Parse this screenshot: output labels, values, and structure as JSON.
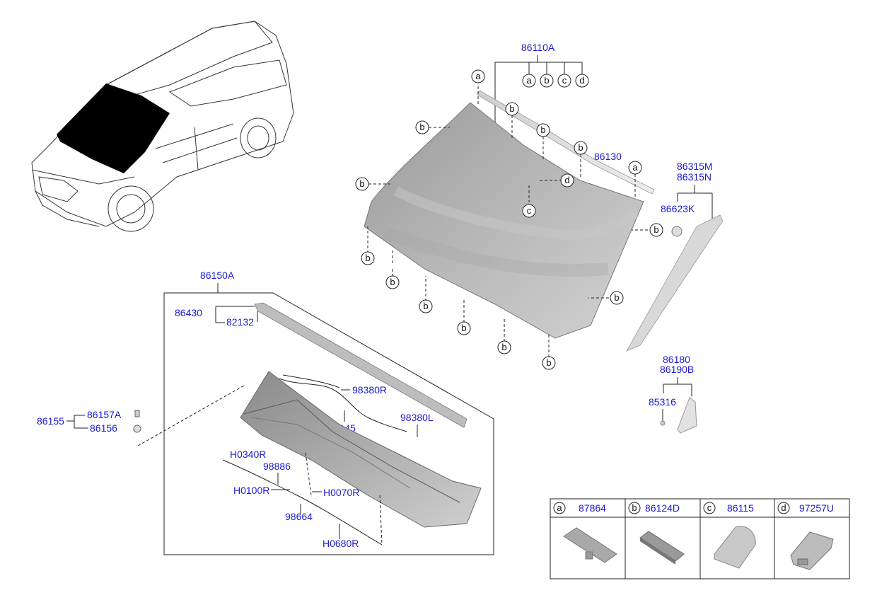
{
  "parts": {
    "windshield_assy": "86110A",
    "windshield_glass": "86130",
    "dam_rubber": "86315M",
    "dam_rubber_rh": "86315N",
    "clip": "86623K",
    "cowl_assy": "86150A",
    "cowl_seal": "86430",
    "screw": "82132",
    "cowl_bracket": "86155",
    "bolt": "86157A",
    "nut": "86156",
    "hose_rh": "98380R",
    "hose_lh": "98380L",
    "wire": "96145",
    "hose_h0340": "H0340R",
    "connector": "98886",
    "hose_h0100": "H0100R",
    "hose_h0070": "H0070R",
    "nozzle": "98664",
    "hose_h0680": "H0680R",
    "cover_lh": "86180",
    "cover_rh": "86190B",
    "grommet": "85316"
  },
  "assy_callouts": [
    "a",
    "b",
    "c",
    "d"
  ],
  "legend": [
    {
      "letter": "a",
      "part": "87864"
    },
    {
      "letter": "b",
      "part": "86124D"
    },
    {
      "letter": "c",
      "part": "86115"
    },
    {
      "letter": "d",
      "part": "97257U"
    }
  ],
  "colors": {
    "part_number": "#1a1ad6",
    "glass": "#b5b5b5",
    "hood": "#000000"
  }
}
